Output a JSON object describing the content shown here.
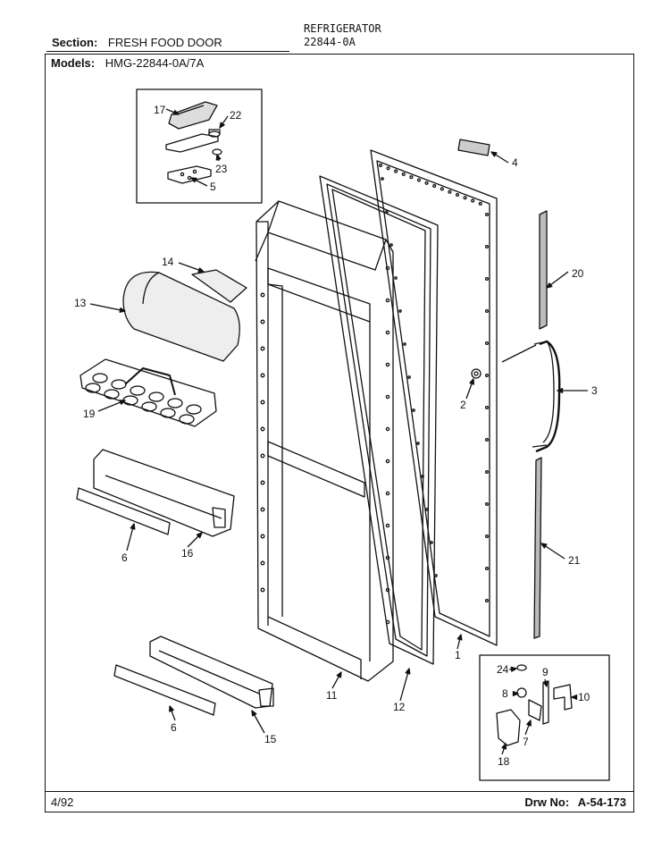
{
  "header": {
    "section_label": "Section:",
    "section_value": "FRESH FOOD DOOR",
    "title_line1": "REFRIGERATOR",
    "title_line2": "22844-0A",
    "models_label": "Models:",
    "models_value": "HMG-22844-0A/7A"
  },
  "footer": {
    "date": "4/92",
    "drawing_label": "Drw No:",
    "drawing_number": "A-54-173"
  },
  "callouts": {
    "p1": "1",
    "p2": "2",
    "p3": "3",
    "p4": "4",
    "p5": "5",
    "p6a": "6",
    "p6b": "6",
    "p7": "7",
    "p8": "8",
    "p9": "9",
    "p10": "10",
    "p11": "11",
    "p12": "12",
    "p13": "13",
    "p14": "14",
    "p15": "15",
    "p16": "16",
    "p17": "17",
    "p18": "18",
    "p19": "19",
    "p20": "20",
    "p21": "21",
    "p22": "22",
    "p23": "23",
    "p24": "24"
  },
  "colors": {
    "ink": "#111111",
    "paper": "#ffffff",
    "shade": "#cfcfcf"
  }
}
